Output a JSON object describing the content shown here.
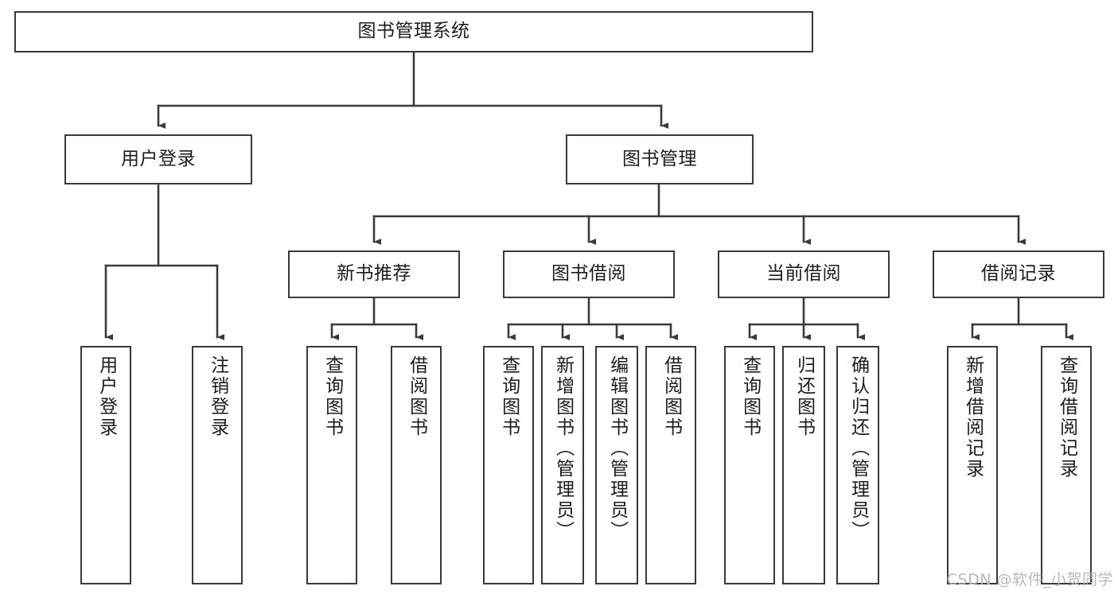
{
  "diagram": {
    "title": "图书管理系统",
    "watermark": "CSDN @软件_小贺同学",
    "colors": {
      "border": "#3a3a3a",
      "line": "#3a3a3a",
      "background": "#ffffff",
      "text": "#1d1d1d",
      "watermark": "#b9b9b9"
    },
    "root": {
      "label": "图书管理系统"
    },
    "level2": [
      {
        "label": "用户登录"
      },
      {
        "label": "图书管理"
      }
    ],
    "level3": [
      {
        "label": "新书推荐"
      },
      {
        "label": "图书借阅"
      },
      {
        "label": "当前借阅"
      },
      {
        "label": "借阅记录"
      }
    ],
    "leaves": {
      "user_login": [
        {
          "label": "用户登录"
        },
        {
          "label": "注销登录"
        }
      ],
      "new_book": [
        {
          "label": "查询图书"
        },
        {
          "label": "借阅图书"
        }
      ],
      "book_borrow": [
        {
          "label": "查询图书"
        },
        {
          "label": "新增图书（管理员）"
        },
        {
          "label": "编辑图书（管理员）"
        },
        {
          "label": "借阅图书"
        }
      ],
      "current_borrow": [
        {
          "label": "查询图书"
        },
        {
          "label": "归还图书"
        },
        {
          "label": "确认归还（管理员）"
        }
      ],
      "borrow_record": [
        {
          "label": "新增借阅记录"
        },
        {
          "label": "查询借阅记录"
        }
      ]
    }
  }
}
